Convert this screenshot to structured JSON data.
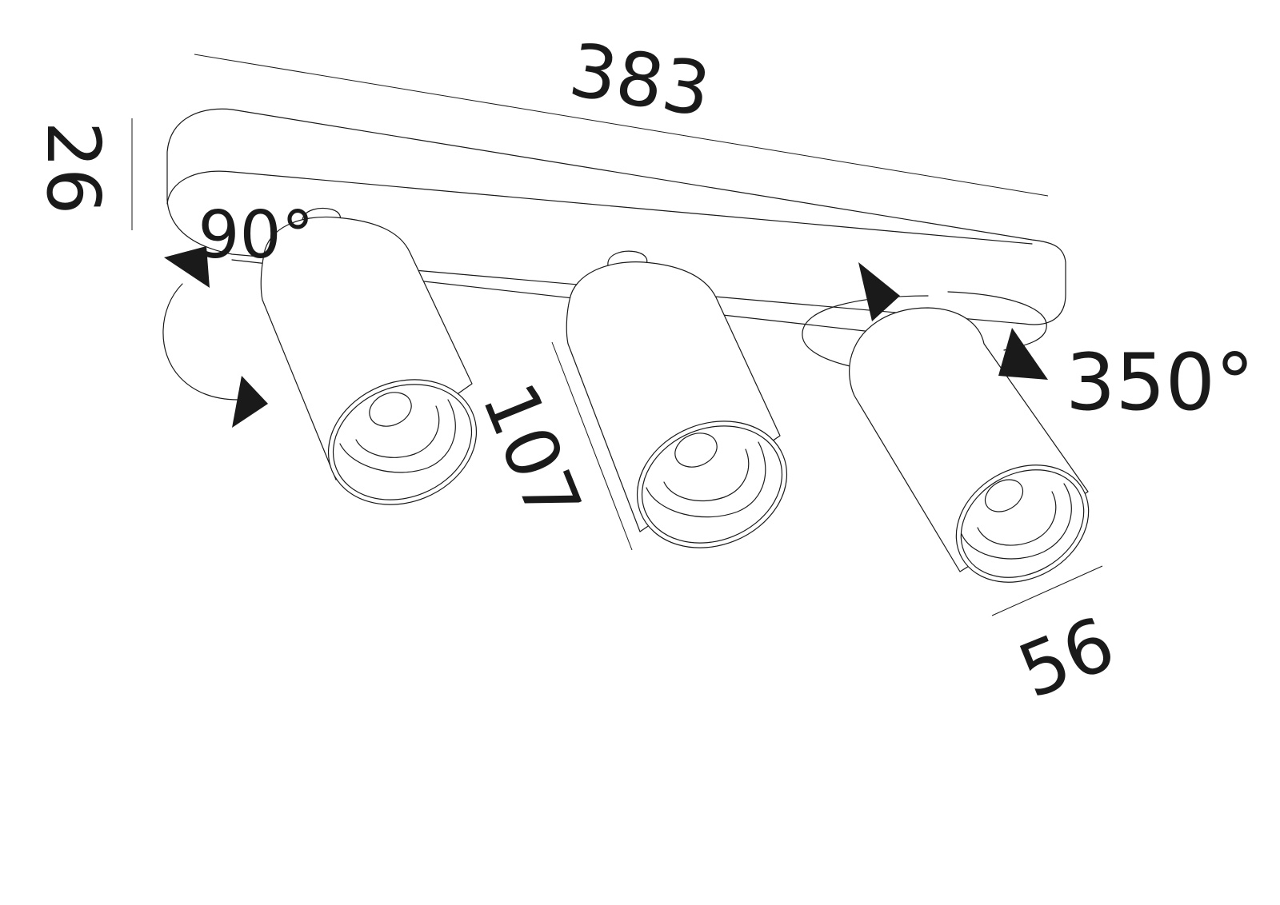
{
  "dimensions": {
    "length": "383",
    "height": "26",
    "spot_length": "107",
    "spot_diameter": "56"
  },
  "angles": {
    "tilt": "90°",
    "rotation": "350°"
  },
  "colors": {
    "line": "#1a1a1a",
    "background": "#ffffff"
  }
}
